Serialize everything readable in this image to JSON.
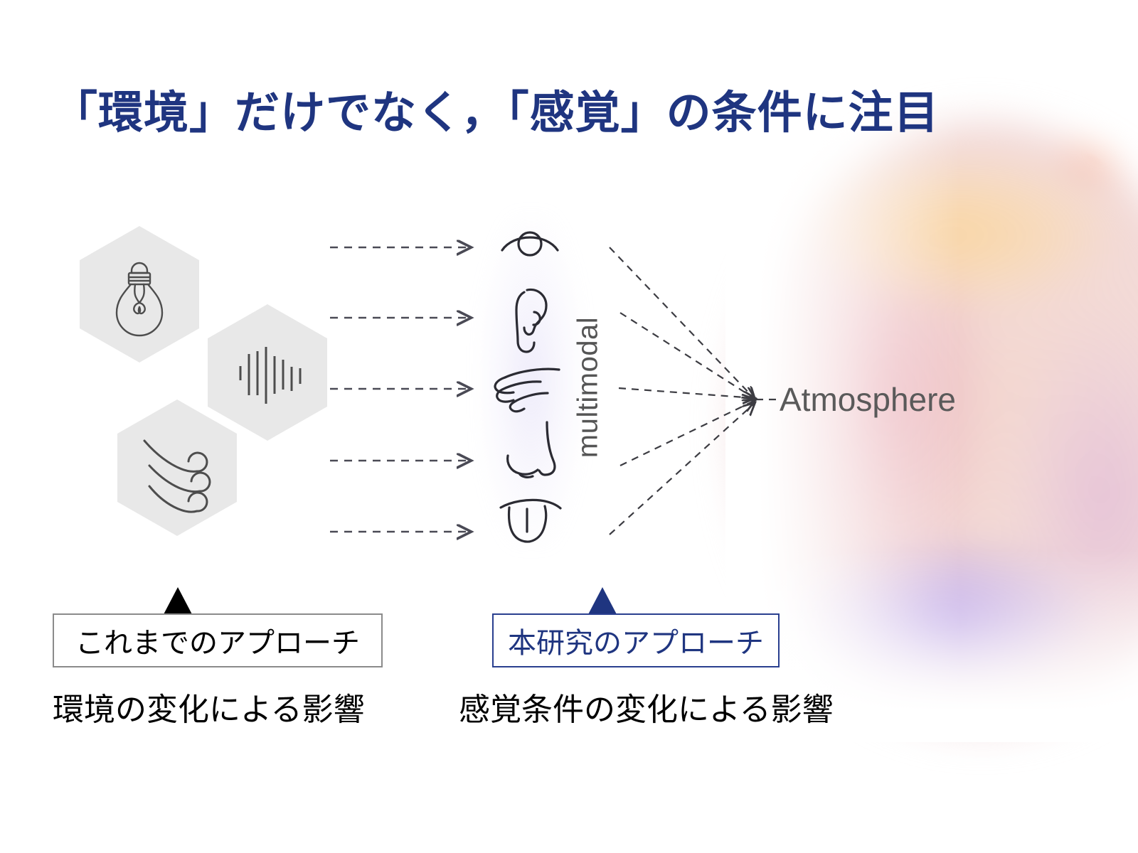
{
  "slide": {
    "title": "「環境」だけでなく，「感覚」の条件に注目",
    "title_color": "#1f3580",
    "background": "#ffffff"
  },
  "environment_hexagons": [
    {
      "id": "light",
      "icon": "lightbulb-icon",
      "label": "light",
      "fill": "#e8e8e8"
    },
    {
      "id": "sound",
      "icon": "sound-wave-icon",
      "label": "sound",
      "fill": "#e8e8e8"
    },
    {
      "id": "wind",
      "icon": "wind-flow-icon",
      "label": "wind",
      "fill": "#e8e8e8"
    }
  ],
  "arrows": {
    "count": 5,
    "style": "dashed-right-arrow",
    "color": "#4a4a55"
  },
  "senses": {
    "vertical_label": "multimodal",
    "label_color": "#555555",
    "items": [
      {
        "id": "sight",
        "icon": "eye-icon"
      },
      {
        "id": "hearing",
        "icon": "ear-icon"
      },
      {
        "id": "touch",
        "icon": "hand-icon"
      },
      {
        "id": "smell",
        "icon": "nose-icon"
      },
      {
        "id": "taste",
        "icon": "tongue-icon"
      }
    ]
  },
  "convergence": {
    "rays": 5,
    "style": "dashed",
    "color": "#3c3c42",
    "target_label": "Atmosphere",
    "target_label_color": "#5a5a5a"
  },
  "atmosphere_sphere": {
    "colors": {
      "top_right": "#fa6e46",
      "upper": "#fad6a0",
      "middle": "#eaafb9",
      "lower": "#a88ce4",
      "edge_accent": "#fa6941"
    }
  },
  "comparison": {
    "previous": {
      "badge": "これまでのアプローチ",
      "badge_text_color": "#000000",
      "badge_border_color": "#8b8b8b",
      "marker_color": "#000000",
      "caption": "環境の変化による影響"
    },
    "current": {
      "badge": "本研究のアプローチ",
      "badge_text_color": "#1f3580",
      "badge_border_color": "#2a3f8f",
      "marker_color": "#1f3580",
      "caption": "感覚条件の変化による影響"
    }
  }
}
